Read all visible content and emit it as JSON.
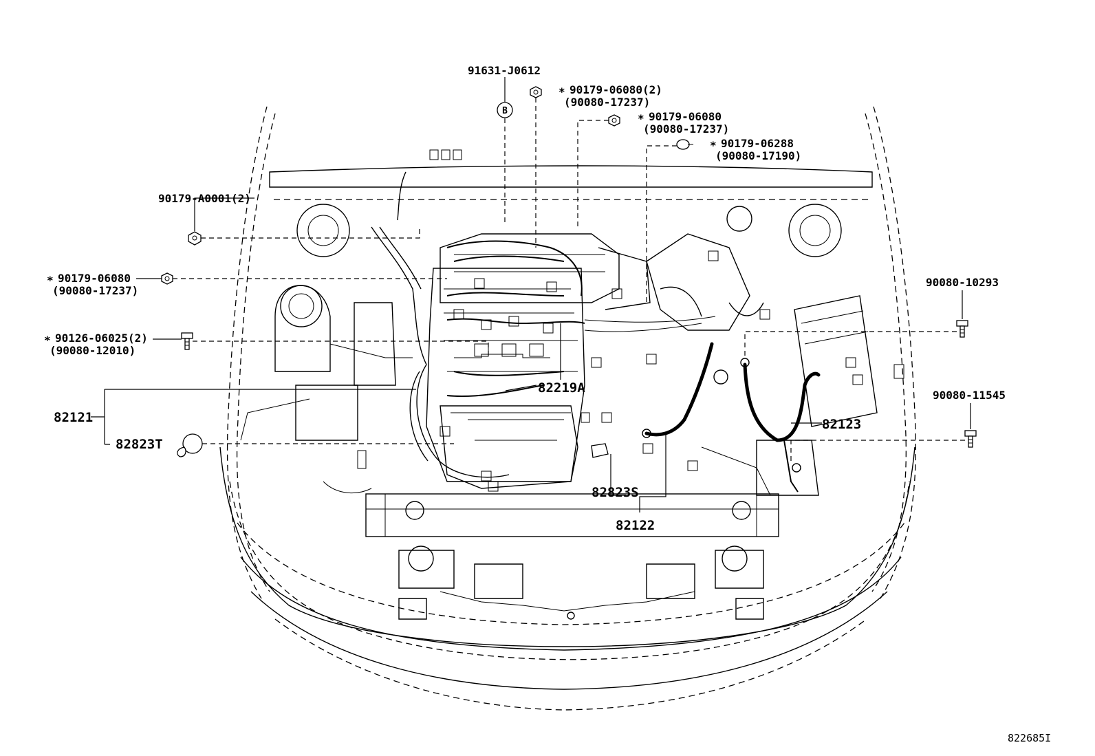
{
  "diagram_id": "822685I",
  "callouts": {
    "c1": {
      "mark": "",
      "part": "91631-J0612",
      "alt": ""
    },
    "c2": {
      "mark": "∗",
      "part": "90179-06080(2)",
      "alt": "(90080-17237)"
    },
    "c3": {
      "mark": "∗",
      "part": "90179-06080",
      "alt": "(90080-17237)"
    },
    "c4": {
      "mark": "∗",
      "part": "90179-06288",
      "alt": "(90080-17190)"
    },
    "c5": {
      "mark": "",
      "part": "90179-A0001(2)",
      "alt": ""
    },
    "c6": {
      "mark": "∗",
      "part": "90179-06080",
      "alt": "(90080-17237)"
    },
    "c7": {
      "mark": "∗",
      "part": "90126-06025(2)",
      "alt": "(90080-12010)"
    },
    "c8": {
      "mark": "",
      "part": "90080-10293",
      "alt": ""
    },
    "c9": {
      "mark": "",
      "part": "90080-11545",
      "alt": ""
    },
    "c10": {
      "mark": "",
      "part": "82219A",
      "alt": ""
    },
    "c11": {
      "mark": "",
      "part": "82121",
      "alt": ""
    },
    "c12": {
      "mark": "",
      "part": "82823T",
      "alt": ""
    },
    "c13": {
      "mark": "",
      "part": "82123",
      "alt": ""
    },
    "c14": {
      "mark": "",
      "part": "82823S",
      "alt": ""
    },
    "c15": {
      "mark": "",
      "part": "82122",
      "alt": ""
    }
  },
  "clip_marker": "B"
}
